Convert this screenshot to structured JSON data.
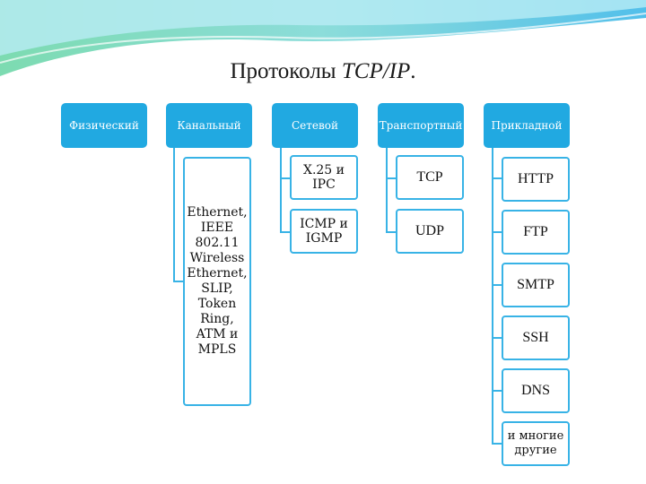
{
  "title": {
    "main": "Протоколы ",
    "italic": "TCP/IP",
    "suffix": "."
  },
  "layers": [
    {
      "label": "Физический"
    },
    {
      "label": "Канальный"
    },
    {
      "label": "Сетевой"
    },
    {
      "label": "Транспортный"
    },
    {
      "label": "Прикладной"
    }
  ],
  "channel": {
    "protocols": "Ethernet, IEEE 802.11 Wireless Ethernet, SLIP, Token Ring, ATM и MPLS"
  },
  "network": {
    "protocols": [
      "X.25 и IPC",
      "ICMP и IGMP"
    ]
  },
  "transport": {
    "protocols": [
      "TCP",
      "UDP"
    ]
  },
  "application": {
    "protocols": [
      "HTTP",
      "FTP",
      "SMTP",
      "SSH",
      "DNS",
      "и многие другие"
    ]
  },
  "colors": {
    "header": "#21a9e1",
    "border": "#38b3e6",
    "banner": "#5fd0b6"
  }
}
